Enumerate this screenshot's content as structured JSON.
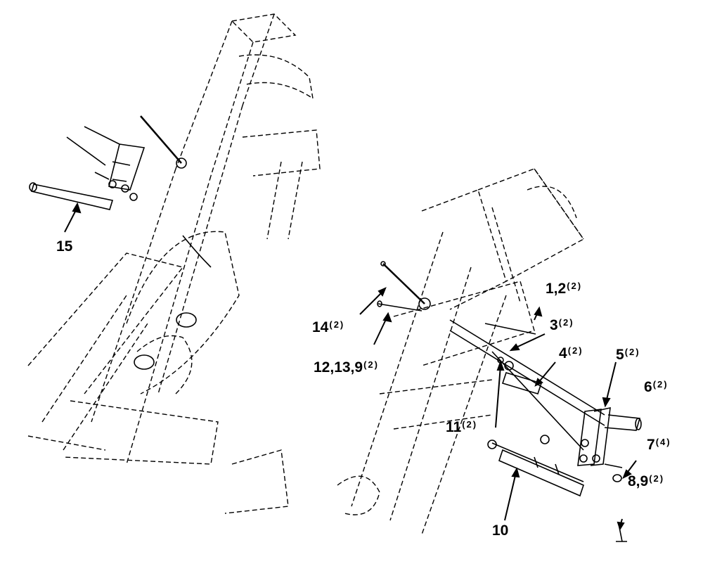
{
  "callouts": {
    "c15": {
      "main": "15",
      "qty": ""
    },
    "c14": {
      "main": "14",
      "qty": "(2)"
    },
    "c12": {
      "main": "12,13,9",
      "qty": "(2)"
    },
    "c1": {
      "main": "1,2",
      "qty": "(2)"
    },
    "c3": {
      "main": "3",
      "qty": "(2)"
    },
    "c4": {
      "main": "4",
      "qty": "(2)"
    },
    "c5": {
      "main": "5",
      "qty": "(2)"
    },
    "c6": {
      "main": "6",
      "qty": "(2)"
    },
    "c11": {
      "main": "11",
      "qty": "(2)"
    },
    "c7": {
      "main": "7",
      "qty": "(4)"
    },
    "c8": {
      "main": "8,9",
      "qty": "(2)"
    },
    "c10": {
      "main": "10",
      "qty": ""
    }
  }
}
